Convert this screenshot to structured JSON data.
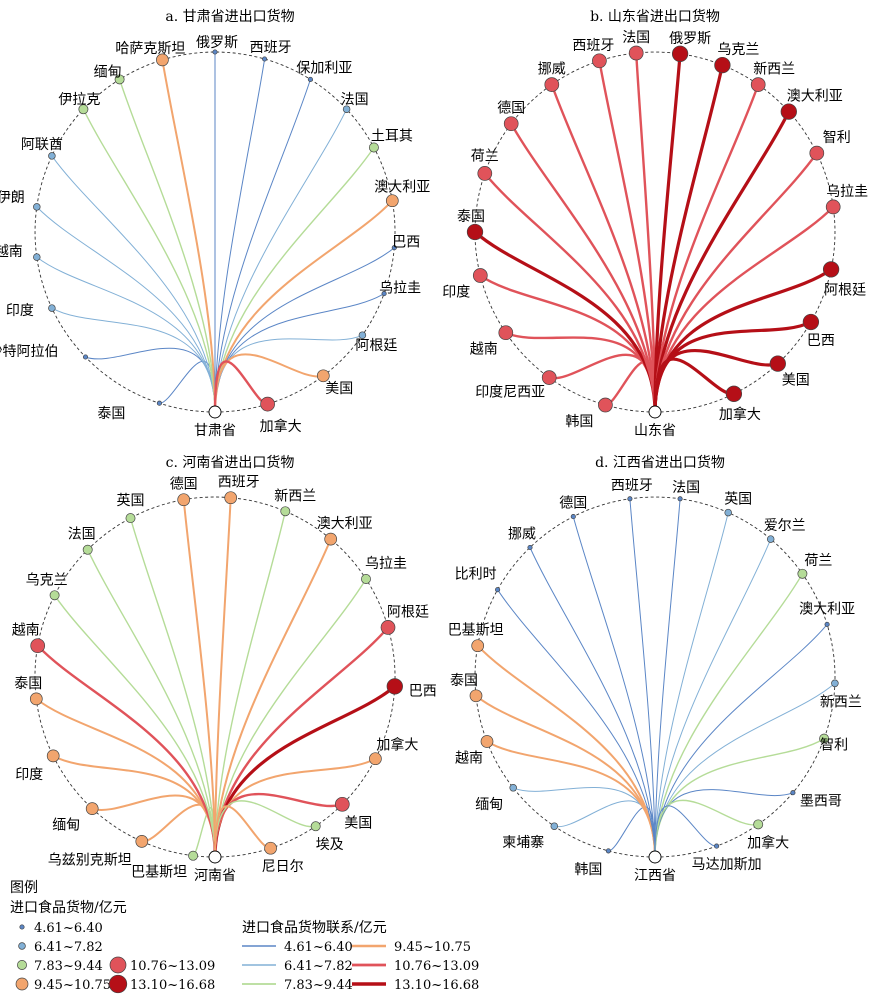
{
  "colors": {
    "c1": "#5b86c6",
    "c2": "#82b0d6",
    "c3": "#b5dc98",
    "c4": "#f2a56e",
    "c5": "#e0535a",
    "c6": "#b50f17",
    "hub": "#2a52a8"
  },
  "levels": [
    {
      "id": "c1",
      "range": "4.61~6.40"
    },
    {
      "id": "c2",
      "range": "6.41~7.82"
    },
    {
      "id": "c3",
      "range": "7.83~9.44"
    },
    {
      "id": "c4",
      "range": "9.45~10.75"
    },
    {
      "id": "c5",
      "range": "10.76~13.09"
    },
    {
      "id": "c6",
      "range": "13.10~16.68"
    }
  ],
  "chart_data": [
    {
      "type": "chord-fan",
      "title": "a. 甘肃省进出口货物",
      "center": "甘肃省",
      "partners": [
        {
          "name": "泰国",
          "level": "c1"
        },
        {
          "name": "沙特阿拉伯",
          "level": "c1"
        },
        {
          "name": "印度",
          "level": "c2"
        },
        {
          "name": "越南",
          "level": "c2"
        },
        {
          "name": "伊朗",
          "level": "c2"
        },
        {
          "name": "阿联酋",
          "level": "c2"
        },
        {
          "name": "伊拉克",
          "level": "c3"
        },
        {
          "name": "缅甸",
          "level": "c3"
        },
        {
          "name": "哈萨克斯坦",
          "level": "c4"
        },
        {
          "name": "俄罗斯",
          "level": "c1"
        },
        {
          "name": "西班牙",
          "level": "c1"
        },
        {
          "name": "保加利亚",
          "level": "c1"
        },
        {
          "name": "法国",
          "level": "c2"
        },
        {
          "name": "土耳其",
          "level": "c3"
        },
        {
          "name": "澳大利亚",
          "level": "c4"
        },
        {
          "name": "巴西",
          "level": "c1"
        },
        {
          "name": "乌拉圭",
          "level": "c1"
        },
        {
          "name": "阿根廷",
          "level": "c2"
        },
        {
          "name": "美国",
          "level": "c4"
        },
        {
          "name": "加拿大",
          "level": "c5"
        }
      ]
    },
    {
      "type": "chord-fan",
      "title": "b. 山东省进出口货物",
      "center": "山东省",
      "partners": [
        {
          "name": "韩国",
          "level": "c5"
        },
        {
          "name": "印度尼西亚",
          "level": "c5"
        },
        {
          "name": "越南",
          "level": "c5"
        },
        {
          "name": "印度",
          "level": "c5"
        },
        {
          "name": "泰国",
          "level": "c6"
        },
        {
          "name": "荷兰",
          "level": "c5"
        },
        {
          "name": "德国",
          "level": "c5"
        },
        {
          "name": "挪威",
          "level": "c5"
        },
        {
          "name": "西班牙",
          "level": "c5"
        },
        {
          "name": "法国",
          "level": "c5"
        },
        {
          "name": "俄罗斯",
          "level": "c6"
        },
        {
          "name": "乌克兰",
          "level": "c6"
        },
        {
          "name": "新西兰",
          "level": "c5"
        },
        {
          "name": "澳大利亚",
          "level": "c6"
        },
        {
          "name": "智利",
          "level": "c5"
        },
        {
          "name": "乌拉圭",
          "level": "c5"
        },
        {
          "name": "阿根廷",
          "level": "c6"
        },
        {
          "name": "巴西",
          "level": "c6"
        },
        {
          "name": "美国",
          "level": "c6"
        },
        {
          "name": "加拿大",
          "level": "c6"
        }
      ]
    },
    {
      "type": "chord-fan",
      "title": "c. 河南省进出口货物",
      "center": "河南省",
      "partners": [
        {
          "name": "巴基斯坦",
          "level": "c3"
        },
        {
          "name": "乌兹别克斯坦",
          "level": "c4"
        },
        {
          "name": "缅甸",
          "level": "c4"
        },
        {
          "name": "印度",
          "level": "c4"
        },
        {
          "name": "泰国",
          "level": "c4"
        },
        {
          "name": "越南",
          "level": "c5"
        },
        {
          "name": "乌克兰",
          "level": "c3"
        },
        {
          "name": "法国",
          "level": "c3"
        },
        {
          "name": "英国",
          "level": "c3"
        },
        {
          "name": "德国",
          "level": "c4"
        },
        {
          "name": "西班牙",
          "level": "c4"
        },
        {
          "name": "新西兰",
          "level": "c3"
        },
        {
          "name": "澳大利亚",
          "level": "c4"
        },
        {
          "name": "乌拉圭",
          "level": "c3"
        },
        {
          "name": "阿根廷",
          "level": "c5"
        },
        {
          "name": "巴西",
          "level": "c6"
        },
        {
          "name": "加拿大",
          "level": "c4"
        },
        {
          "name": "美国",
          "level": "c5"
        },
        {
          "name": "埃及",
          "level": "c3"
        },
        {
          "name": "尼日尔",
          "level": "c4"
        }
      ]
    },
    {
      "type": "chord-fan",
      "title": "d. 江西省进出口货物",
      "center": "江西省",
      "partners": [
        {
          "name": "韩国",
          "level": "c1"
        },
        {
          "name": "柬埔寨",
          "level": "c2"
        },
        {
          "name": "缅甸",
          "level": "c2"
        },
        {
          "name": "越南",
          "level": "c4"
        },
        {
          "name": "泰国",
          "level": "c4"
        },
        {
          "name": "巴基斯坦",
          "level": "c4"
        },
        {
          "name": "比利时",
          "level": "c1"
        },
        {
          "name": "挪威",
          "level": "c1"
        },
        {
          "name": "德国",
          "level": "c1"
        },
        {
          "name": "西班牙",
          "level": "c1"
        },
        {
          "name": "法国",
          "level": "c1"
        },
        {
          "name": "英国",
          "level": "c2"
        },
        {
          "name": "爱尔兰",
          "level": "c2"
        },
        {
          "name": "荷兰",
          "level": "c3"
        },
        {
          "name": "澳大利亚",
          "level": "c1"
        },
        {
          "name": "新西兰",
          "level": "c2"
        },
        {
          "name": "智利",
          "level": "c3"
        },
        {
          "name": "墨西哥",
          "level": "c1"
        },
        {
          "name": "加拿大",
          "level": "c3"
        },
        {
          "name": "马达加斯加",
          "level": "c1"
        }
      ]
    }
  ],
  "legend": {
    "title": "图例",
    "node_title": "进口食品货物/亿元",
    "link_title": "进口食品货物联系/亿元"
  }
}
